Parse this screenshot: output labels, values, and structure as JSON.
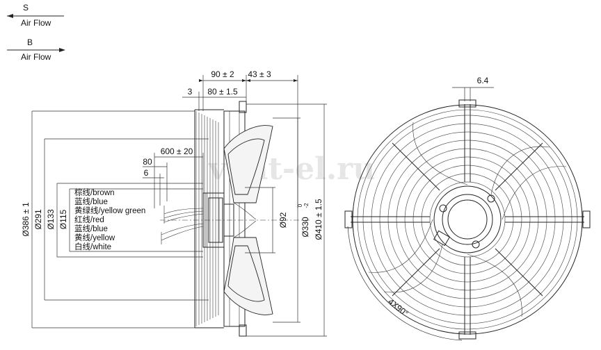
{
  "airflow": {
    "s_letter": "S",
    "s_label": "Air Flow",
    "b_letter": "B",
    "b_label": "Air Flow"
  },
  "dims": {
    "d90": "90 ± 2",
    "d43": "43 ± 3",
    "d3": "3",
    "d80": "80 ± 1.5",
    "d600": "600 ± 20",
    "d80b": "80",
    "d6": "6",
    "d386": "Ø386 ± 1",
    "d291": "Ø291",
    "d133": "Ø133",
    "d115": "Ø115",
    "d92": "Ø92",
    "d330": "Ø330",
    "d330_upper": "0",
    "d330_lower": "-2",
    "d410": "Ø410 ± 1.5",
    "d64": "6.4",
    "angle": "4X90°"
  },
  "wires": [
    "棕线/brown",
    "蓝线/blue",
    "黄绿线/yellow green",
    "红线/red",
    "蓝线/blue",
    "黄线/yellow",
    "白线/white"
  ],
  "watermark": "vent-el.ru",
  "colors": {
    "line": "#222222",
    "background": "#ffffff",
    "watermark": "#e6e6e6"
  }
}
